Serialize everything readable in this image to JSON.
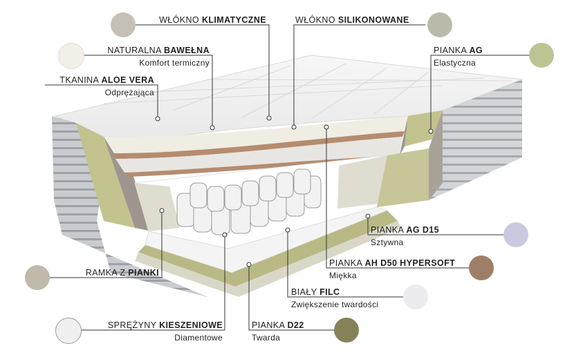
{
  "colors": {
    "fibre_climate": "#c5bfb6",
    "fibre_silicone": "#babaab",
    "foam_ag": "#bcc493",
    "foam_ag_d15": "#c9cadf",
    "foam_ah_d50": "#9e7e67",
    "felt_white": "#ececef",
    "foam_d22": "#858257",
    "foam_frame": "#bfbaa9"
  },
  "labels": {
    "fibre_climate": {
      "pre": "WŁÓKNO ",
      "bold": "KLIMATYCZNE",
      "sub": ""
    },
    "fibre_silicone": {
      "pre": "WŁÓKNO ",
      "bold": "SILIKONOWANE",
      "sub": ""
    },
    "cotton": {
      "pre": "NATURALNA ",
      "bold": "BAWEŁNA",
      "sub": "Komfort termiczny"
    },
    "foam_ag": {
      "pre": "PIANKA ",
      "bold": "AG",
      "sub": "Elastyczna"
    },
    "aloe": {
      "pre": "TKANINA ",
      "bold": "ALOE VERA",
      "sub": "Odprężająca"
    },
    "foam_ag_d15": {
      "pre": "PIANKA ",
      "bold": "AG D15",
      "sub": "Sztywna"
    },
    "foam_ah_d50": {
      "pre": "PIANKA ",
      "bold": "AH D50 HYPERSOFT",
      "sub": "Miękka"
    },
    "frame": {
      "pre": "RAMKA Z ",
      "bold": "PIANKI",
      "sub": ""
    },
    "felt": {
      "pre": "BIAŁY ",
      "bold": "FILC",
      "sub": "Zwiększenie twardości"
    },
    "springs": {
      "pre": "SPRĘŻYNY ",
      "bold": "KIESZENIOWE",
      "sub": "Diamentowe"
    },
    "foam_d22": {
      "pre": "PIANKA ",
      "bold": "D22",
      "sub": "Twarda"
    }
  }
}
